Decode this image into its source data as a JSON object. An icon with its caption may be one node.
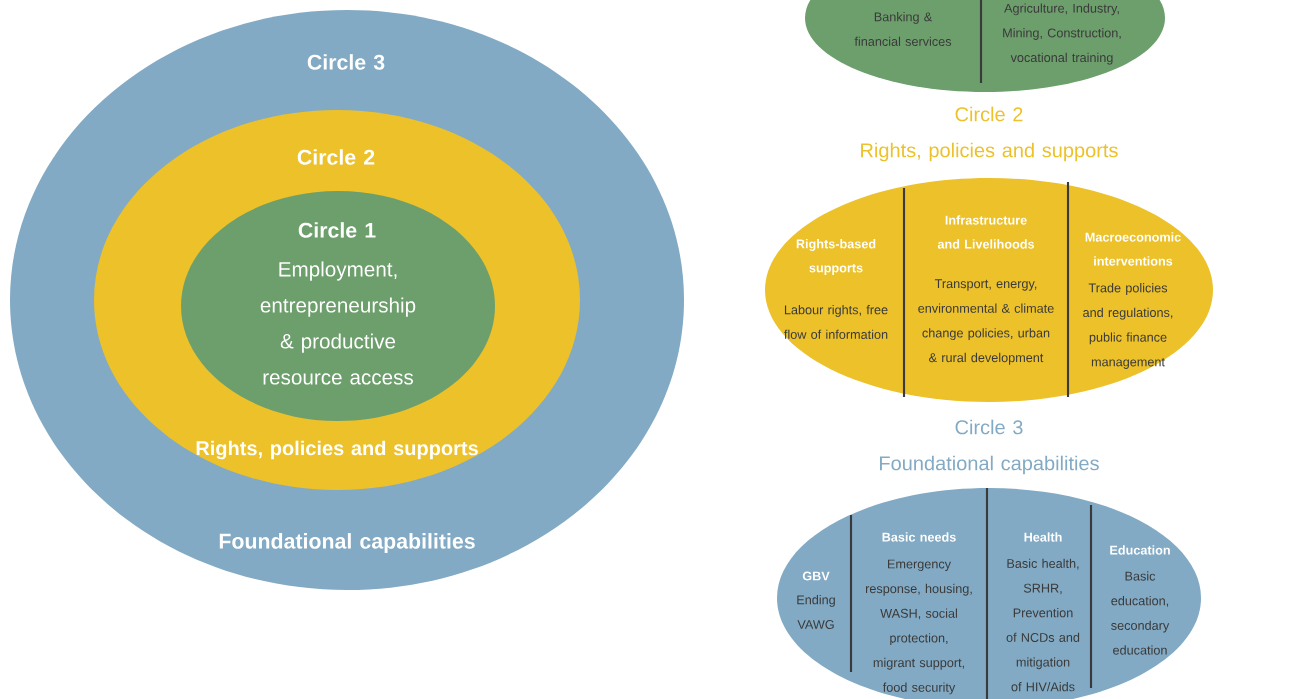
{
  "diagram": {
    "nodes": [
      {
        "text": [
          "Circle 3",
          "Foundational capabilities"
        ]
      },
      {
        "text": [
          "Circle 2",
          "Rights, policies and supports"
        ],
        "in": 0
      },
      {
        "text": [
          "Circle 1",
          "Employment, entrepreneurship & productive resource access"
        ],
        "in": 1
      },
      {
        "text": [
          "Banking & financial services",
          "Agriculture, Industry, Mining, Construction, vocational training"
        ]
      },
      {
        "text": [
          "Circle 2",
          "Rights, policies and supports",
          "Rights-based supports",
          "Labour rights, free flow of information",
          "Infrastructure and Livelihoods",
          "Transport, energy, environmental & climate change policies, urban & rural development",
          "Macroeconomic interventions",
          "Trade policies and regulations, public finance management"
        ]
      },
      {
        "text": [
          "Circle 3",
          "Foundational capabilities",
          "GBV",
          "Ending VAWG",
          "Basic needs",
          "Emergency response, housing, WASH, social protection, migrant support, food security",
          "Health",
          "Basic health, SRHR, Prevention of NCDs and mitigation of HIV/Aids",
          "Education",
          "Basic education, secondary education"
        ]
      }
    ]
  }
}
